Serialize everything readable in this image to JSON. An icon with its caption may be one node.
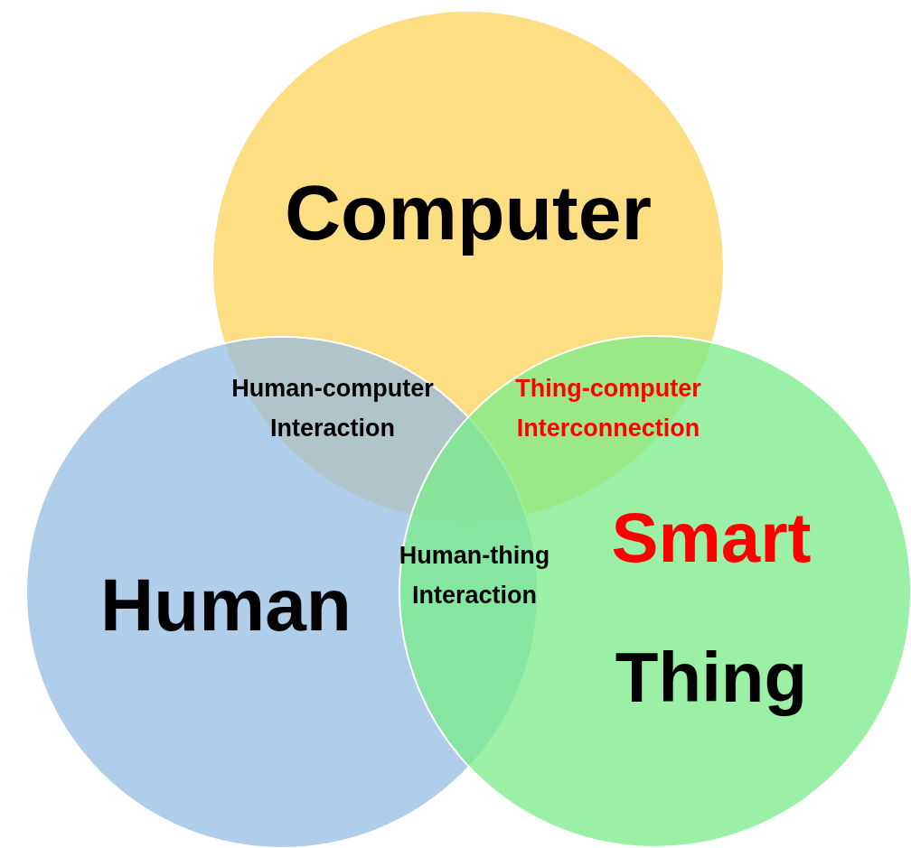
{
  "diagram": {
    "nodes": [
      {
        "text": [
          "Computer"
        ]
      },
      {
        "text": [
          "Human"
        ]
      },
      {
        "text": [
          "Smart",
          "Thing"
        ]
      }
    ],
    "labels": [
      "Human-computer Interaction",
      "Thing-computer Interconnection",
      "Human-thing Interaction"
    ]
  }
}
